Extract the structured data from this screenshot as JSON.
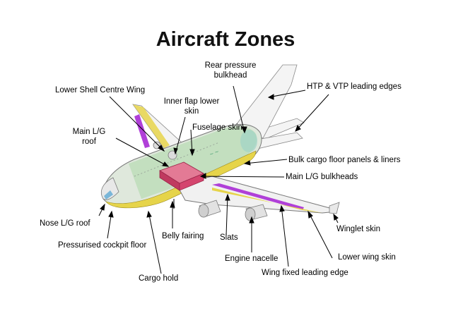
{
  "title": "Aircraft Zones",
  "labels": {
    "rear_pressure_bulkhead": [
      "Rear pressure",
      "bulkhead"
    ],
    "htp_vtp": "HTP & VTP leading edges",
    "lower_shell": "Lower Shell Centre Wing",
    "inner_flap": [
      "Inner flap lower",
      "skin"
    ],
    "fuselage_skin": "Fuselage skin",
    "main_lg_roof": [
      "Main L/G",
      "roof"
    ],
    "bulk_cargo": "Bulk cargo floor panels & liners",
    "main_lg_bulkheads": "Main L/G bulkheads",
    "nose_lg_roof": "Nose L/G roof",
    "pressurised_floor": "Pressurised cockpit floor",
    "belly_fairing": "Belly fairing",
    "slats": "Slats",
    "engine_nacelle": "Engine nacelle",
    "winglet_skin": "Winglet skin",
    "lower_wing_skin": "Lower wing  skin",
    "wing_fixed_le": "Wing fixed leading edge",
    "cargo_hold": "Cargo hold"
  },
  "colors": {
    "fuselage": "#dfe8dc",
    "fuselage_green": "#b9dcb5",
    "belly_yellow": "#e6d44a",
    "purple": "#b040d8",
    "pink_box": "#d4456e",
    "wing": "#f1f1f1",
    "outline": "#7a7a7a"
  }
}
